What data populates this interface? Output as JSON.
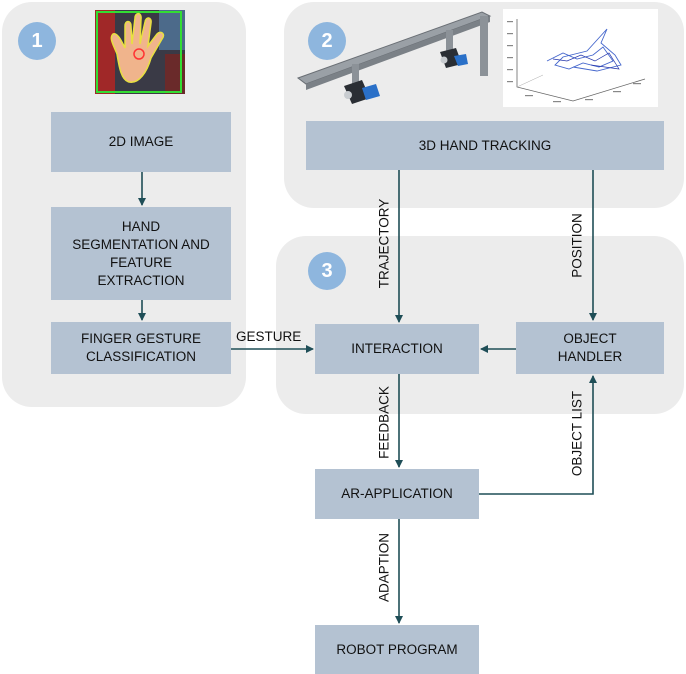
{
  "panels": {
    "one": {
      "badge": "1"
    },
    "two": {
      "badge": "2"
    },
    "three": {
      "badge": "3"
    }
  },
  "boxes": {
    "image_2d": "2D IMAGE",
    "segmentation": [
      "HAND",
      "SEGMENTATION AND",
      "FEATURE",
      "EXTRACTION"
    ],
    "finger_gesture": [
      "FINGER GESTURE",
      "CLASSIFICATION"
    ],
    "tracking_3d": "3D HAND TRACKING",
    "interaction": "INTERACTION",
    "object_handler": [
      "OBJECT",
      "HANDLER"
    ],
    "ar_application": "AR-APPLICATION",
    "robot_program": "ROBOT PROGRAM"
  },
  "edge_labels": {
    "gesture": "GESTURE",
    "trajectory": "TRAJECTORY",
    "position": "POSITION",
    "feedback": "FEEDBACK",
    "object_list": "OBJECT LIST",
    "adaption": "ADAPTION"
  },
  "colors": {
    "panel": "#ececec",
    "box": "#b4c2d2",
    "badge": "#8eb6de",
    "arrow": "#1f4e57"
  }
}
